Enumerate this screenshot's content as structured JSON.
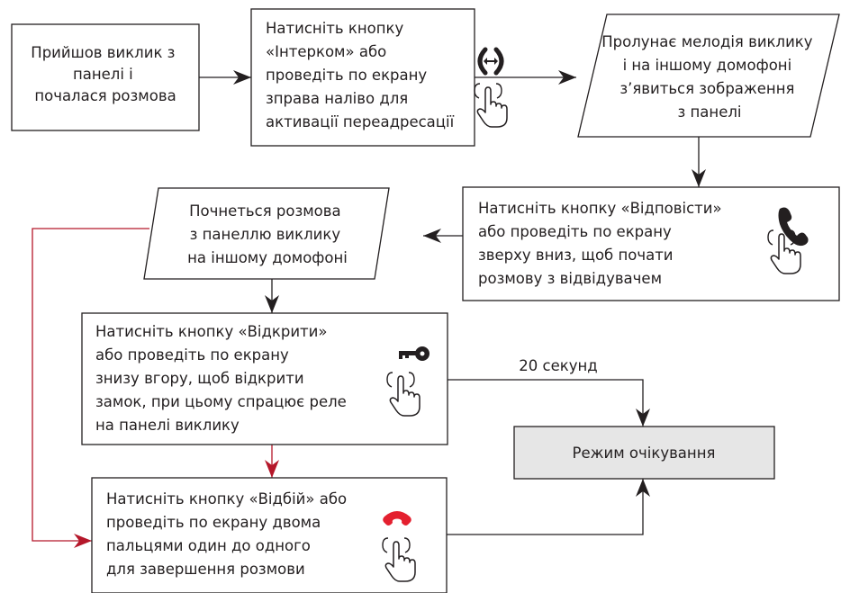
{
  "colors": {
    "line": "#231f20",
    "red": "#b5172a",
    "end_call": "#e4202f",
    "wait_fill": "#e6e6e6"
  },
  "nodes": {
    "call_start": [
      "Прийшов виклик з",
      "панелі і",
      "почалася розмова"
    ],
    "intercom": [
      "Натисніть кнопку",
      "«Інтерком»  або",
      "проведіть по екрану",
      "зправа наліво для",
      "активації переадресації"
    ],
    "melody": [
      "Пролунає мелодія виклику",
      "і на іншому домофоні",
      "з’явиться зображення",
      "з панелі"
    ],
    "answer": [
      "Натисніть кнопку «Відповісти»",
      "або проведіть по екрану",
      "зверху вниз, щоб почати",
      "розмову з відвідувачем"
    ],
    "conversation": [
      "Почнеться розмова",
      "з панеллю виклику",
      "на іншому домофоні"
    ],
    "open": [
      "Натисніть кнопку «Відкрити»",
      "або проведіть по екрану",
      "знизу вгору, щоб відкрити",
      "замок, при цьому спрацює реле",
      "на панелі виклику"
    ],
    "hangup": [
      "Натисніть кнопку «Відбій» або",
      "проведіть по екрану двома",
      "пальцями один до одного",
      "для завершення розмови"
    ],
    "standby": [
      "Режим очікування"
    ]
  },
  "edge_labels": {
    "timeout": "20 секунд"
  },
  "icons": {
    "intercom": [
      "transfer-icon",
      "hand-pointer-icon"
    ],
    "answer": [
      "phone-handset-icon",
      "hand-pointer-icon"
    ],
    "open": [
      "key-icon",
      "hand-pointer-icon"
    ],
    "hangup": [
      "end-call-icon",
      "hand-pointer-icon"
    ]
  }
}
